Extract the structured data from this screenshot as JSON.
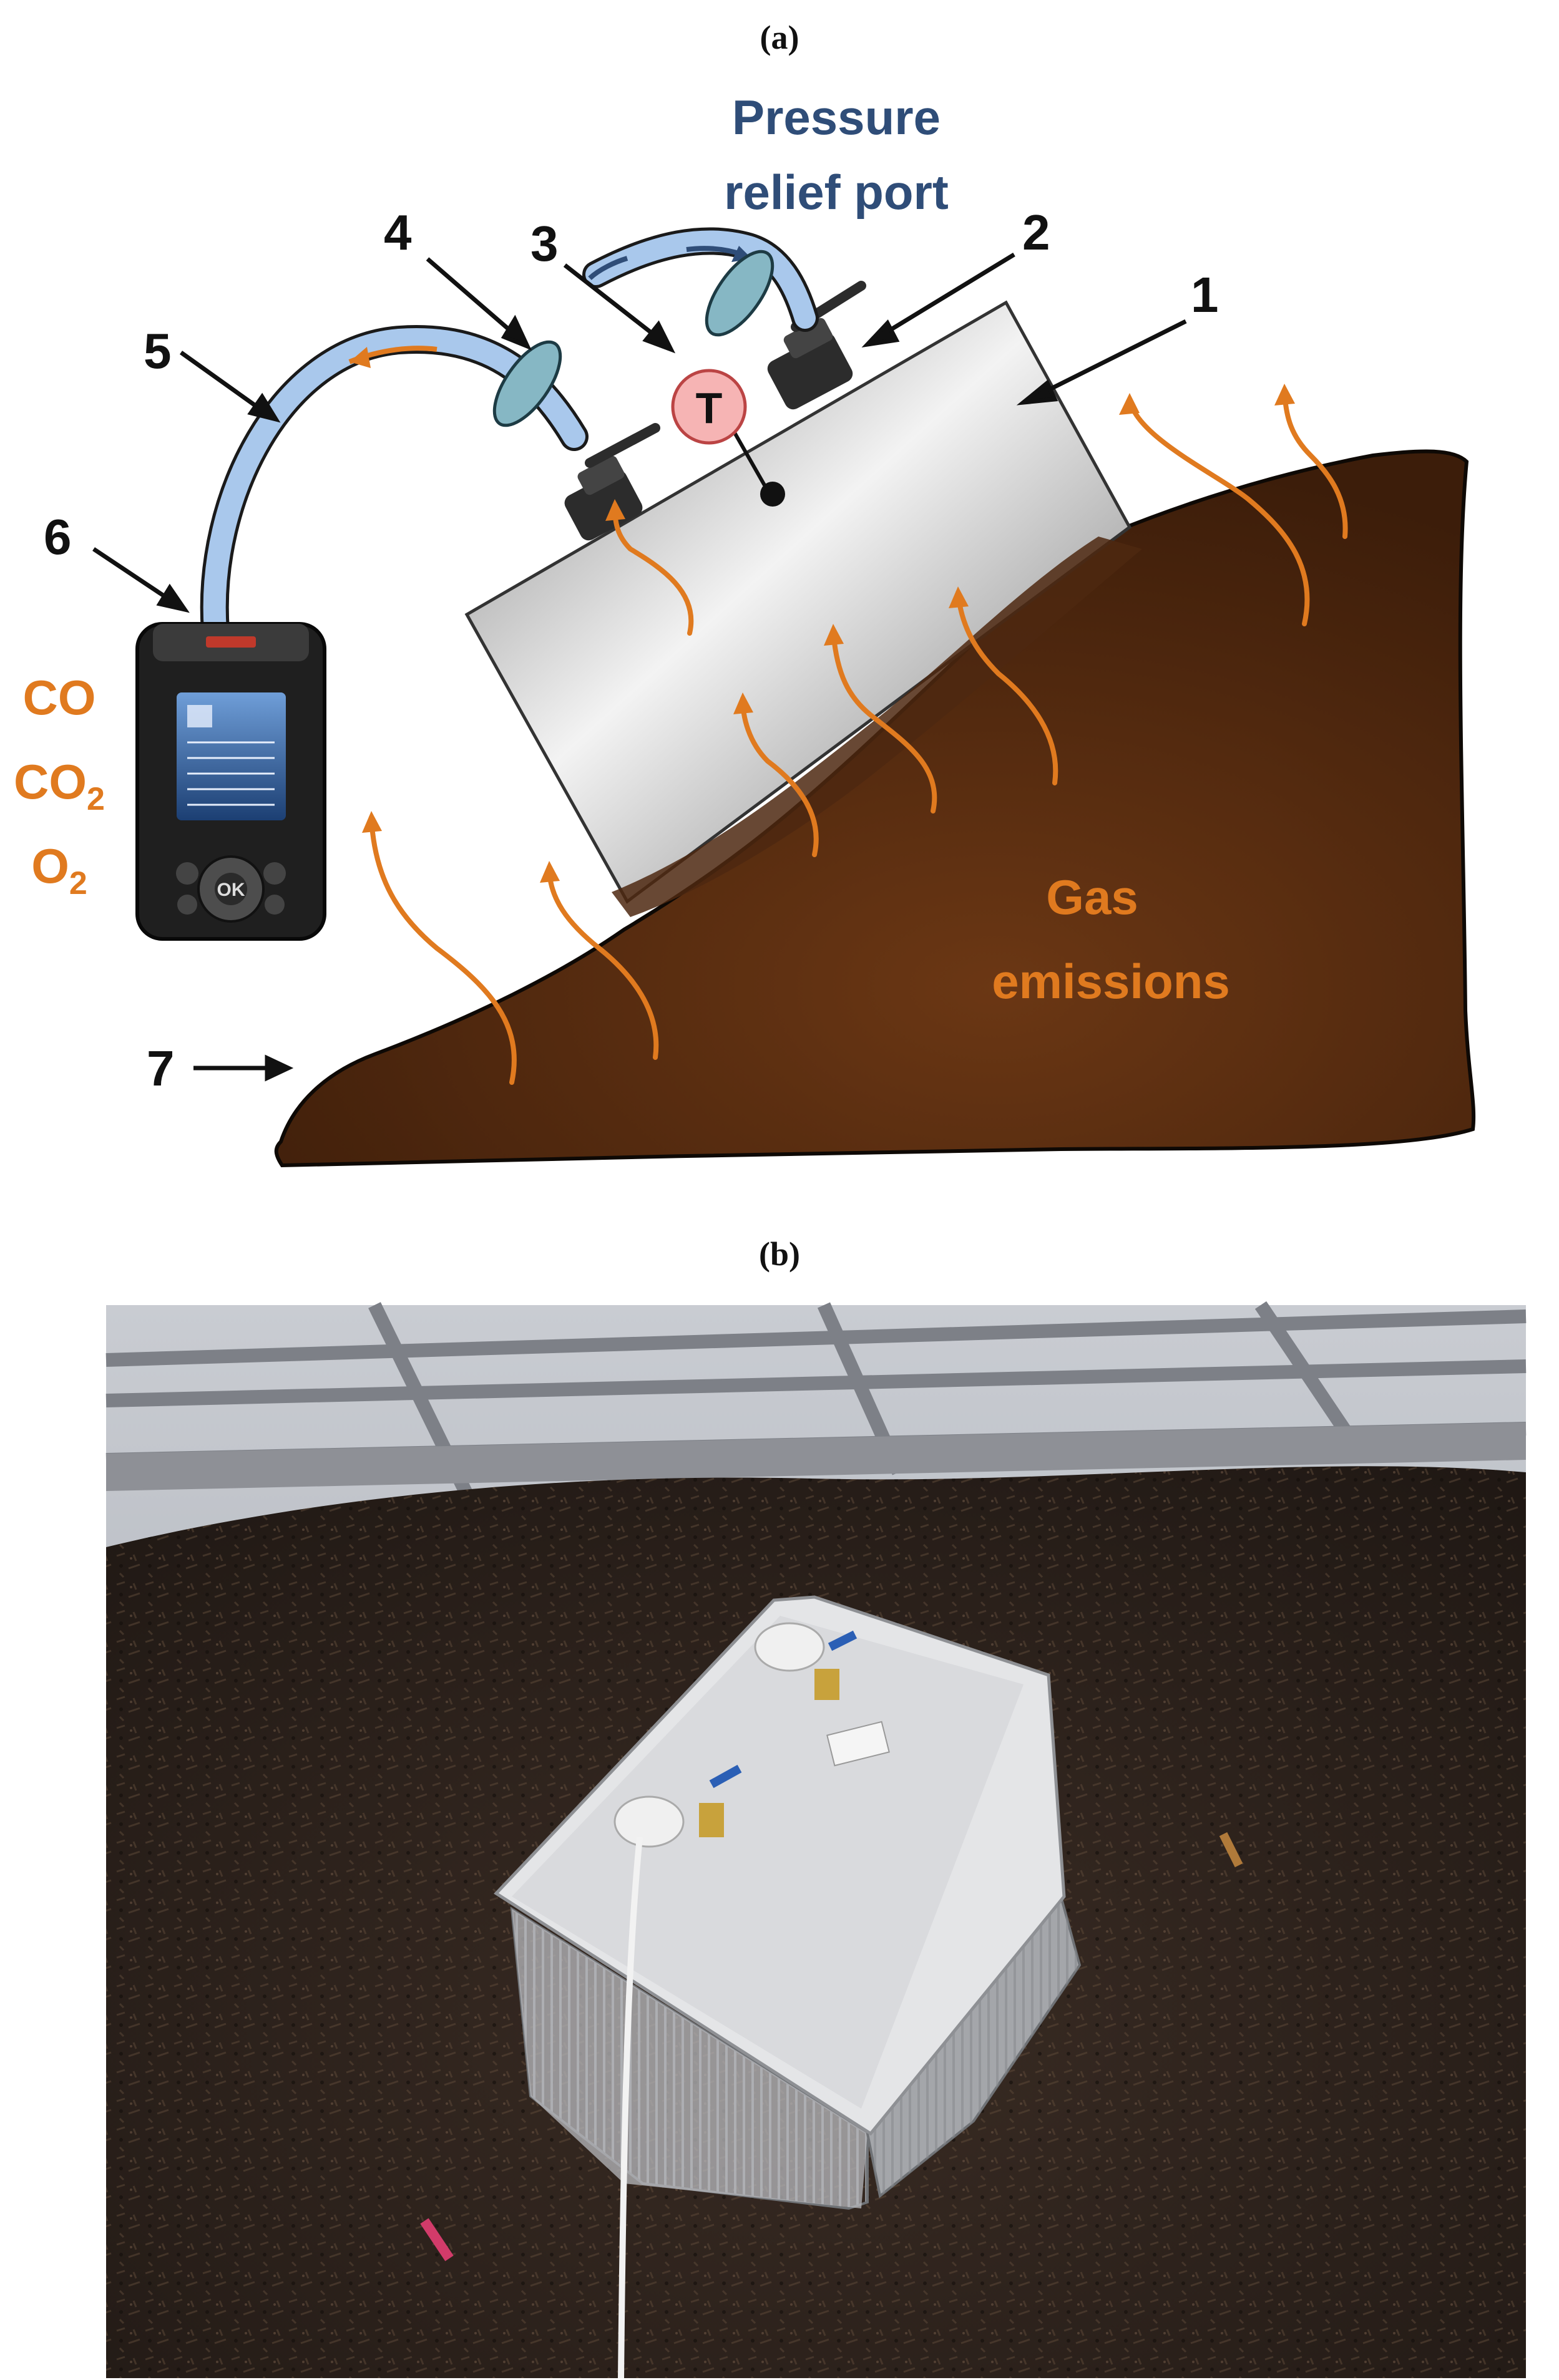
{
  "panels": {
    "a_label": "(a)",
    "b_label": "(b)"
  },
  "callouts": {
    "n1": "1",
    "n2": "2",
    "n3": "3",
    "n4": "4",
    "n5": "5",
    "n6": "6",
    "n7": "7",
    "thermometer": "T"
  },
  "labels": {
    "pressure_line1": "Pressure",
    "pressure_line2": "relief port",
    "gas_line1": "Gas",
    "gas_line2": "emissions",
    "gas_co": "CO",
    "gas_co2_main": "CO",
    "gas_co2_sub": "2",
    "gas_o2_main": "O",
    "gas_o2_sub": "2"
  },
  "analyzer": {
    "ok_button": "OK"
  },
  "colors": {
    "soil": "#5a2f12",
    "arrow_orange": "#e07a1f",
    "tube_blue": "#a9c8ec",
    "label_blue": "#2f4d78",
    "thermo_pink": "#f6b4b4"
  }
}
